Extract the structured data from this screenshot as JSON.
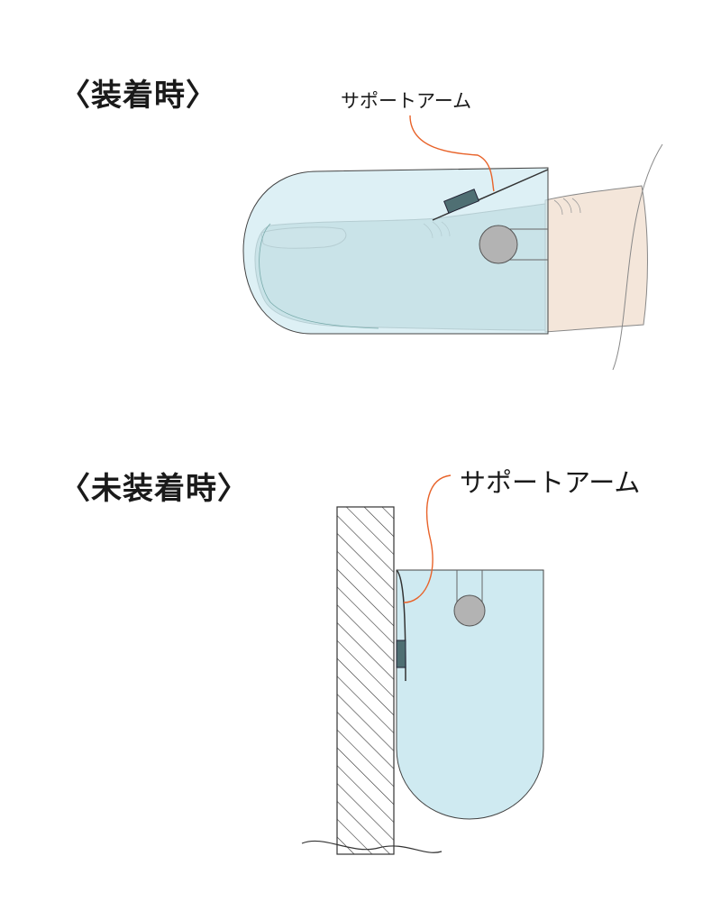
{
  "headings": {
    "worn": "〈装着時〉",
    "unworn": "〈未装着時〉"
  },
  "callouts": {
    "worn_label": "サポートアーム",
    "unworn_label": "サポートアーム"
  },
  "colors": {
    "case_fill": "#cfeaf1",
    "skin_fill": "#f4e6da",
    "arm_pad": "#4f6f73",
    "leader_line": "#e8632a",
    "pin_fill": "#b3b3b3"
  }
}
